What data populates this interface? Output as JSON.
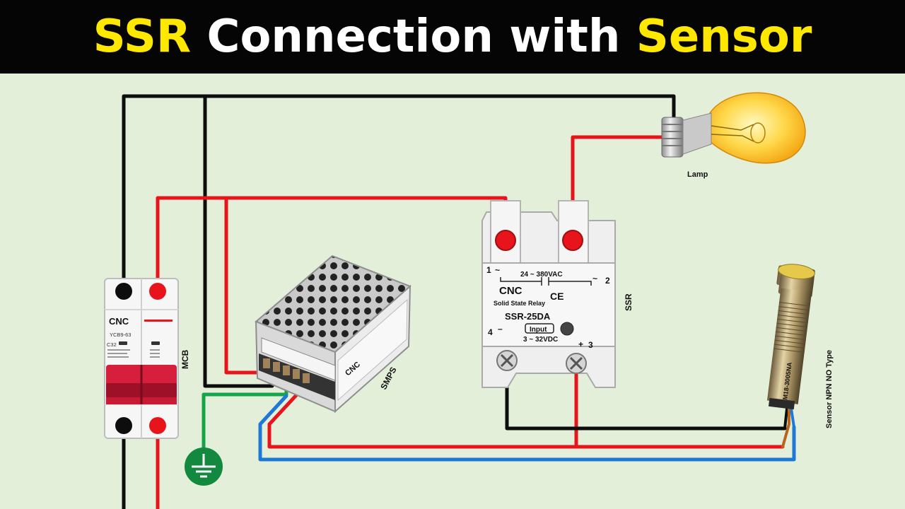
{
  "title": {
    "part1": "SSR",
    "part2": "Connection with",
    "part3": "Sensor"
  },
  "mcb": {
    "label": "MCB",
    "brand": "CNC",
    "model": "YCB9-63",
    "rating": "C32"
  },
  "smps": {
    "label": "SMPS",
    "brand": "CNC"
  },
  "ssr": {
    "label": "SSR",
    "brand": "CNC",
    "type": "Solid State Relay",
    "model": "SSR-25DA",
    "ac_range": "24 ~ 380VAC",
    "input_label": "Input",
    "dc_range": "3 ~ 32VDC",
    "t1": "1",
    "t2": "2",
    "t3": "3",
    "t4": "4",
    "minus": "–",
    "plus": "+",
    "tilde": "~"
  },
  "lamp": {
    "label": "Lamp"
  },
  "sensor": {
    "label": "Sensor NPN NO Type",
    "model": "M18-3005NA"
  },
  "colors": {
    "live": "#e8141b",
    "neutral": "#0d0d0d",
    "ground": "#17a34a",
    "blue": "#1e78d6",
    "brown": "#b8651c",
    "title_yellow": "#ffe800"
  }
}
